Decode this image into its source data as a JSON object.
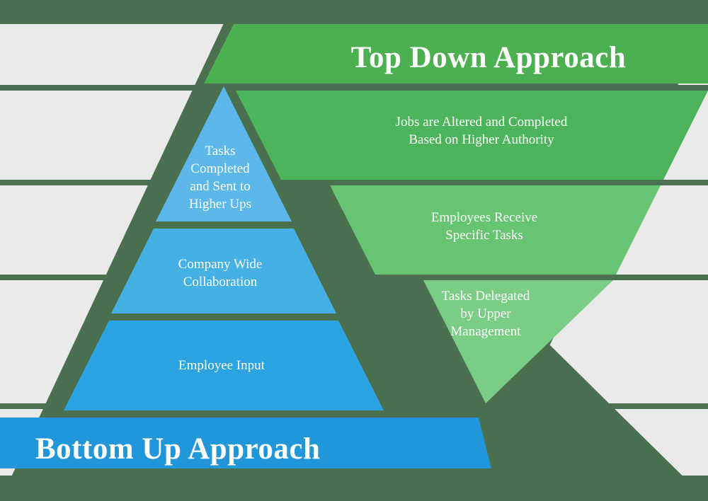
{
  "diagram": {
    "type": "dual-pyramid-comparison",
    "title_top": "Top Down Approach",
    "title_bottom": "Bottom Up Approach",
    "colors": {
      "background_dark_green": "#4a7050",
      "background_light_gray": "#eaeaea",
      "green_header": "#4caf50",
      "green_level_1": "#4cb45a",
      "green_level_2": "#66c472",
      "green_level_3": "#7bcd86",
      "blue_banner": "#2196d9",
      "blue_level_1": "#5bb8e8",
      "blue_level_2": "#45b0e3",
      "blue_level_3": "#2aa3e0",
      "text": "#ffffff"
    },
    "top_down": {
      "banner": "Top Down Approach",
      "levels": [
        {
          "id": "td-1",
          "line1": "Jobs are Altered and Completed",
          "line2": "Based on Higher Authority",
          "line3": ""
        },
        {
          "id": "td-2",
          "line1": "Employees Receive",
          "line2": "Specific Tasks",
          "line3": ""
        },
        {
          "id": "td-3",
          "line1": "Tasks Delegated",
          "line2": "by Upper",
          "line3": "Management"
        }
      ]
    },
    "bottom_up": {
      "banner": "Bottom Up Approach",
      "levels": [
        {
          "id": "bu-1",
          "line1": "Tasks",
          "line2": "Completed",
          "line3": "and Sent to",
          "line4": "Higher Ups"
        },
        {
          "id": "bu-2",
          "line1": "Company Wide",
          "line2": "Collaboration",
          "line3": "",
          "line4": ""
        },
        {
          "id": "bu-3",
          "line1": "Employee Input",
          "line2": "",
          "line3": "",
          "line4": ""
        }
      ]
    }
  }
}
